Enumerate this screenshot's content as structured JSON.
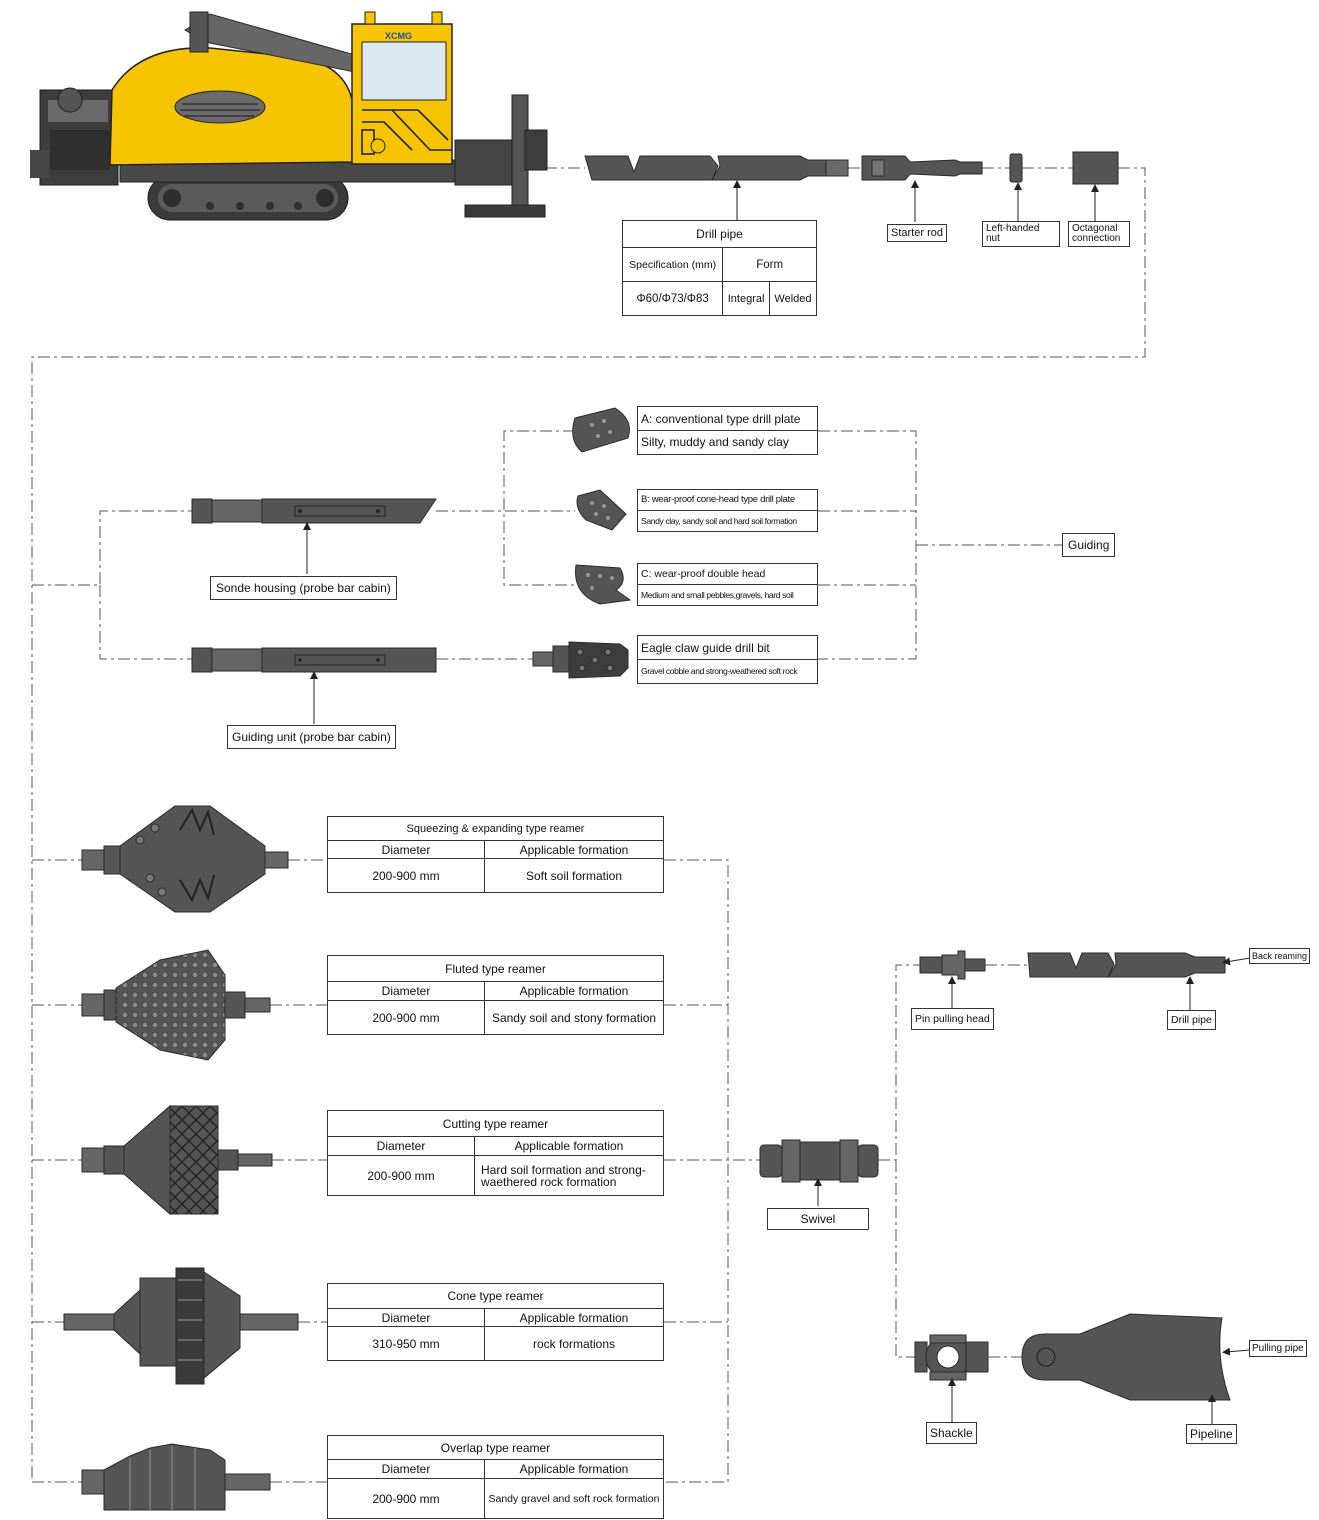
{
  "brand_text": "XCMG",
  "drill_pipe": {
    "title": "Drill pipe",
    "spec_header": "Specification (mm)",
    "form_header": "Form",
    "spec_value": "Φ60/Φ73/Φ83",
    "form_options": [
      "Integral",
      "Welded"
    ]
  },
  "top_labels": {
    "starter_rod": "Starter rod",
    "left_handed_nut": "Left-handed nut",
    "octagonal_connection": "Octagonal connection"
  },
  "guiding": {
    "sonde_housing": "Sonde housing (probe bar cabin)",
    "guiding_unit": "Guiding unit (probe bar cabin)",
    "guiding_label": "Guiding",
    "bits": [
      {
        "name": "A: conventional type drill plate",
        "formation": "Silty, muddy and sandy clay"
      },
      {
        "name": "B: wear-proof cone-head type drill plate",
        "formation": "Sandy clay, sandy soil and hard soil formation"
      },
      {
        "name": "C: wear-proof double head",
        "formation": "Medium and small pebbles,gravels, hard soil"
      },
      {
        "name": "Eagle claw guide drill bit",
        "formation": "Gravel cobble and strong-weathered soft rock"
      }
    ]
  },
  "reamers": {
    "diameter_header": "Diameter",
    "formation_header": "Applicable formation",
    "items": [
      {
        "name": "Squeezing & expanding type reamer",
        "diameter": "200-900 mm",
        "formation": "Soft soil formation"
      },
      {
        "name": "Fluted type reamer",
        "diameter": "200-900 mm",
        "formation": "Sandy soil and stony formation"
      },
      {
        "name": "Cutting type reamer",
        "diameter": "200-900 mm",
        "formation": "Hard soil formation and strong-waethered rock formation"
      },
      {
        "name": "Cone type reamer",
        "diameter": "310-950 mm",
        "formation": "rock formations"
      },
      {
        "name": "Overlap type reamer",
        "diameter": "200-900 mm",
        "formation": "Sandy gravel and soft rock formation"
      }
    ]
  },
  "back_reaming": {
    "swivel": "Swivel",
    "pin_pulling_head": "Pin pulling head",
    "drill_pipe": "Drill pipe",
    "back_reaming": "Back reaming",
    "shackle": "Shackle",
    "pipeline": "Pipeline",
    "pulling_pipe": "Pulling pipe"
  },
  "colors": {
    "machine_yellow": "#f6c400",
    "tool_gray": "#555555",
    "dark": "#2f2f2f",
    "line": "#555555"
  }
}
